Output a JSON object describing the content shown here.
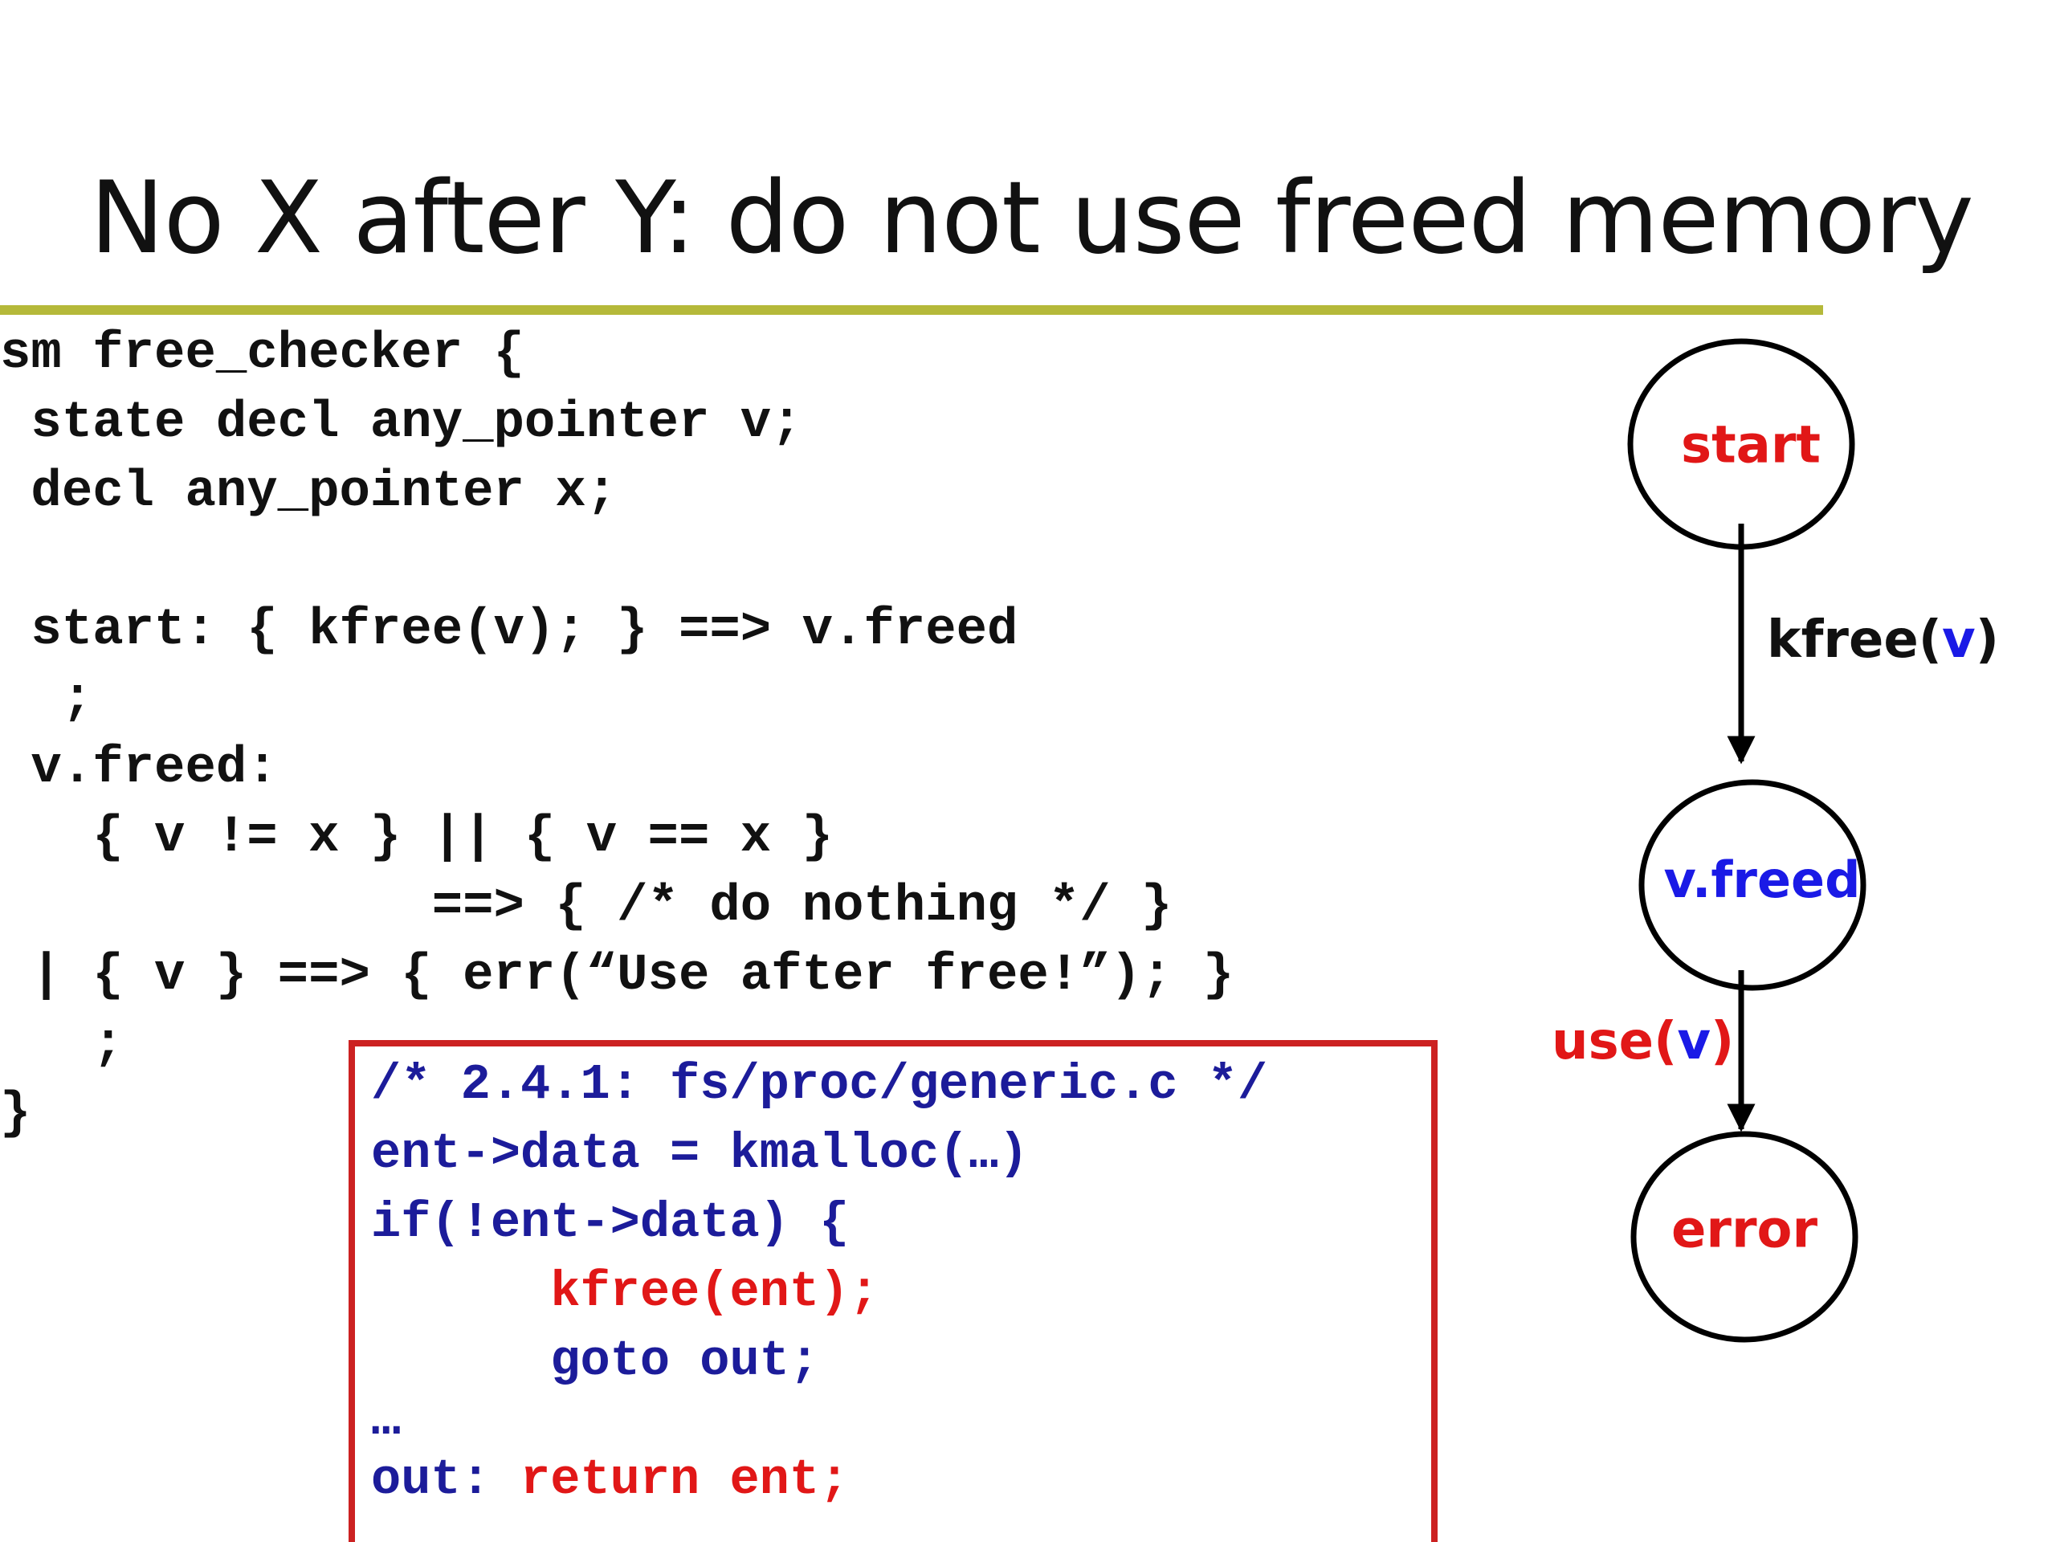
{
  "slide": {
    "title": "No X after Y: do not use freed memory"
  },
  "code_lines": [
    "sm free_checker {",
    " state decl any_pointer v;",
    " decl any_pointer x;",
    "",
    " start: { kfree(v); } ==> v.freed",
    "  ;",
    " v.freed:",
    "   { v != x } || { v == x }",
    "              ==> { /* do nothing */ }",
    " | { v } ==> { err(“Use after free!”); }",
    "   ;",
    "}"
  ],
  "snippet": {
    "comment": "/* 2.4.1: fs/proc/generic.c */",
    "line2": "ent->data = kmalloc(…)",
    "line3": "if(!ent->data) {",
    "line4": "      kfree(ent);",
    "line5": "      goto out;",
    "line6": "…",
    "line7_label": "out: ",
    "line7_stmt": "return ent;"
  },
  "state_machine": {
    "states": {
      "start": "start",
      "freed": "v.freed",
      "error": "error"
    },
    "transitions": {
      "t1_func": "kfree(",
      "t1_arg": "v",
      "t1_close": ")",
      "t2_func": "use(",
      "t2_arg": "v",
      "t2_close": ")"
    }
  },
  "colors": {
    "title_rule": "#b5b93a",
    "highlight_red": "#e11717",
    "code_blue": "#1c1c9a",
    "variable_blue": "#1a1ae6"
  }
}
